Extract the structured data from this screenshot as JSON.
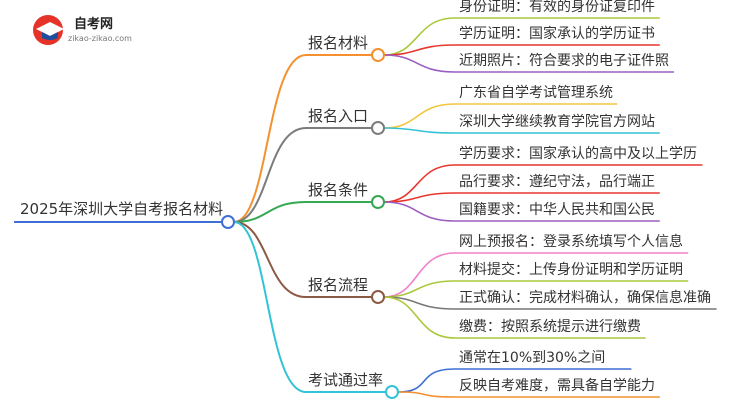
{
  "logo": {
    "title": "自考网",
    "url": "zikao-zikao.com"
  },
  "root": "2025年深圳大学自考报名材料",
  "branches": [
    {
      "label": "报名材料",
      "color": "#f4902f",
      "leaves": [
        {
          "text": "身份证明：有效的身份证复印件",
          "color": "#a9c83a"
        },
        {
          "text": "学历证明：国家承认的学历证书",
          "color": "#e8362d"
        },
        {
          "text": "近期照片：符合要求的电子证件照",
          "color": "#9b5ec1"
        }
      ]
    },
    {
      "label": "报名入口",
      "color": "#7c7c7c",
      "leaves": [
        {
          "text": "广东省自学考试管理系统",
          "color": "#f2c53d"
        },
        {
          "text": "深圳大学继续教育学院官方网站",
          "color": "#33c3d6"
        }
      ]
    },
    {
      "label": "报名条件",
      "color": "#34a853",
      "leaves": [
        {
          "text": "学历要求：国家承认的高中及以上学历",
          "color": "#e8362d"
        },
        {
          "text": "品行要求：遵纪守法，品行端正",
          "color": "#e8362d"
        },
        {
          "text": "国籍要求：中华人民共和国公民",
          "color": "#9b5ec1"
        }
      ]
    },
    {
      "label": "报名流程",
      "color": "#8b5a44",
      "leaves": [
        {
          "text": "网上预报名：登录系统填写个人信息",
          "color": "#f081c8"
        },
        {
          "text": "材料提交：上传身份证明和学历证明",
          "color": "#a9c83a"
        },
        {
          "text": "正式确认：完成材料确认，确保信息准确",
          "color": "#777777"
        },
        {
          "text": "缴费：按照系统提示进行缴费",
          "color": "#a9c83a"
        }
      ]
    },
    {
      "label": "考试通过率",
      "color": "#33c3d6",
      "leaves": [
        {
          "text": "通常在10%到30%之间",
          "color": "#3f6fd6"
        },
        {
          "text": "反映自考难度，需具备自学能力",
          "color": "#f4902f"
        }
      ]
    }
  ]
}
